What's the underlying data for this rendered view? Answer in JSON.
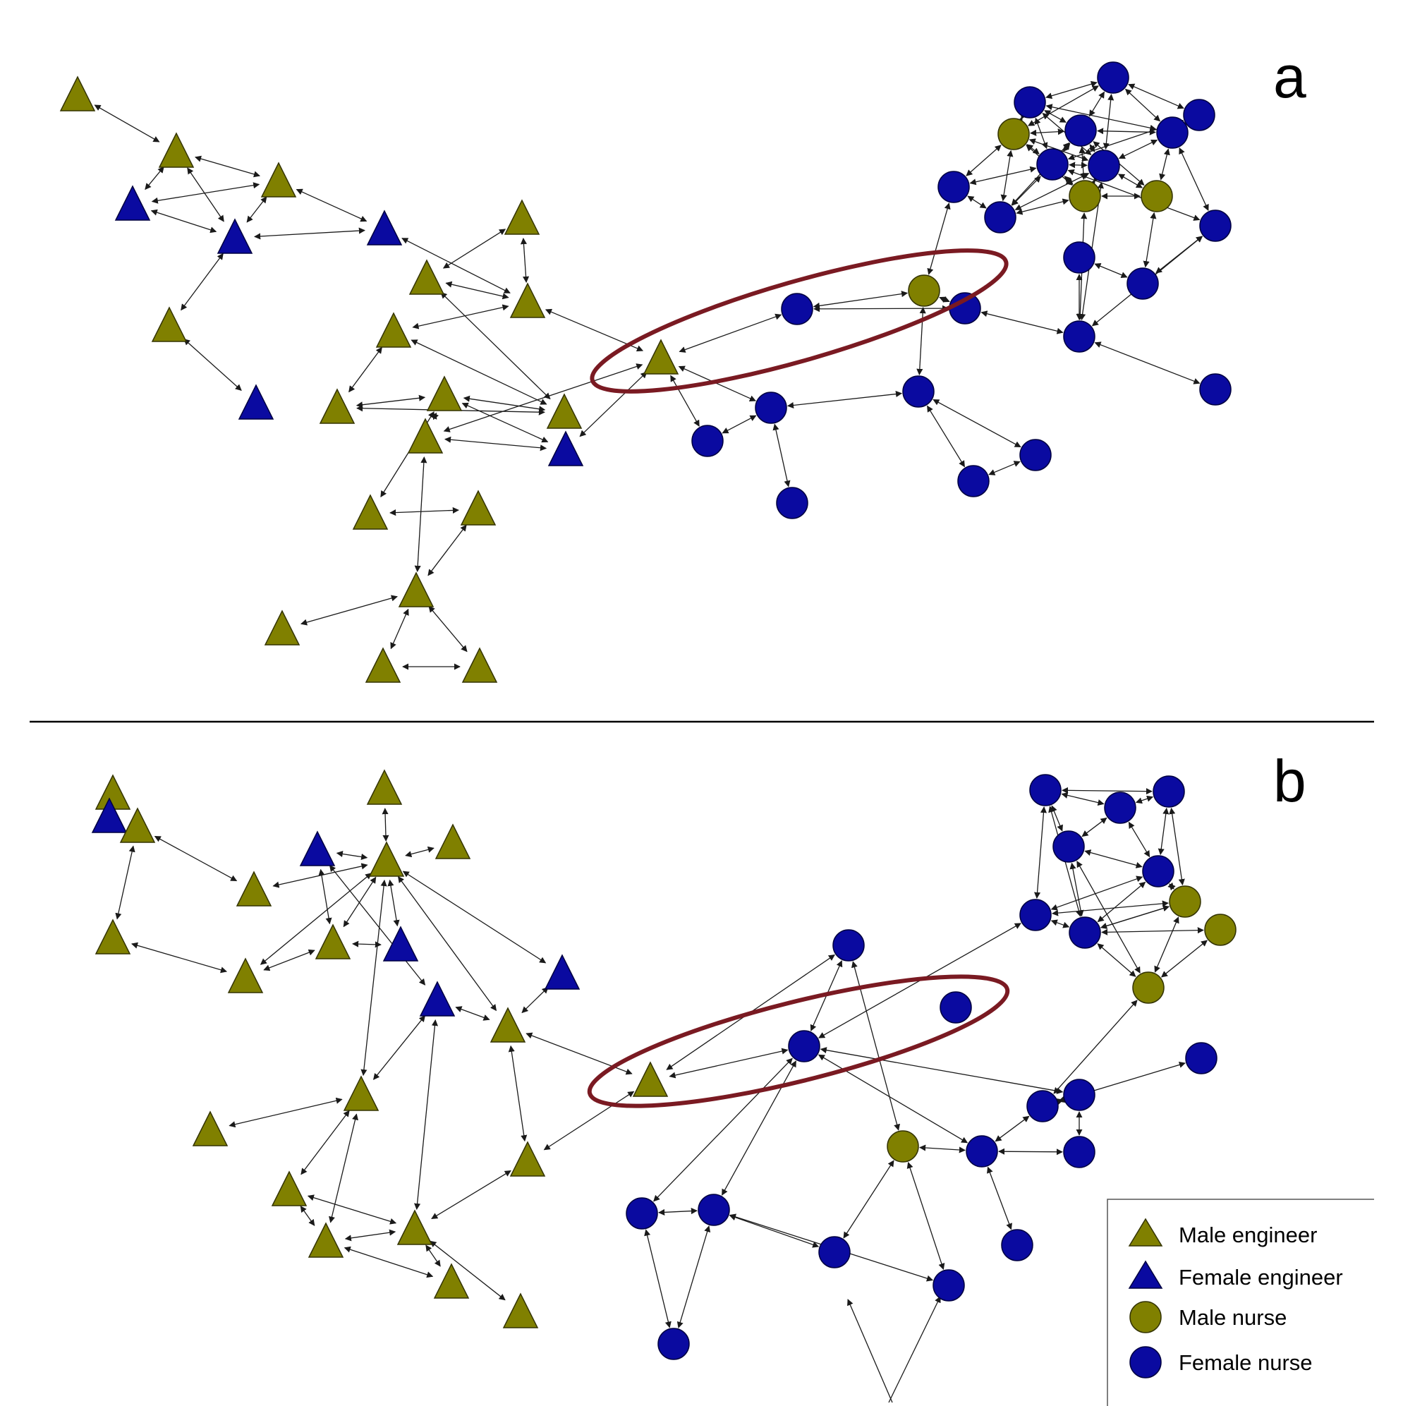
{
  "panels": [
    {
      "letter": "a"
    },
    {
      "letter": "b"
    }
  ],
  "legend": [
    {
      "label": "Male engineer",
      "shape": "triangle",
      "color": "#808000"
    },
    {
      "label": "Female engineer",
      "shape": "triangle",
      "color": "#0a0aa0"
    },
    {
      "label": "Male nurse",
      "shape": "circle",
      "color": "#808000"
    },
    {
      "label": "Female nurse",
      "shape": "circle",
      "color": "#0a0aa0"
    }
  ],
  "colors": {
    "male": "#808000",
    "female": "#0a0aa0",
    "highlight_ellipse": "#7a1a22",
    "edge": "#1a1a1a"
  }
}
